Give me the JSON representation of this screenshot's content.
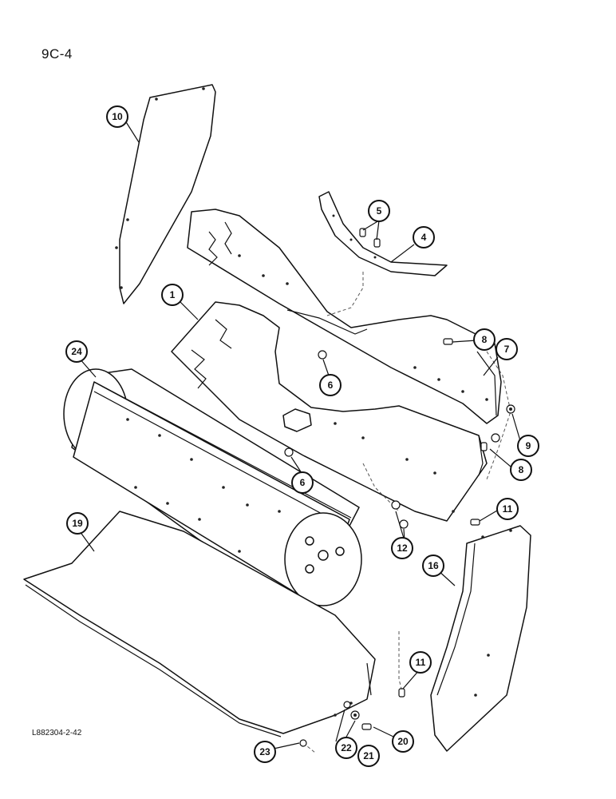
{
  "page_number": "9C-4",
  "drawing_code": "L882304-2-42",
  "callouts": {
    "c1": "1",
    "c4": "4",
    "c5": "5",
    "c6a": "6",
    "c6b": "6",
    "c7": "7",
    "c8a": "8",
    "c8b": "8",
    "c9": "9",
    "c10": "10",
    "c11a": "11",
    "c11b": "11",
    "c12": "12",
    "c16": "16",
    "c19": "19",
    "c20": "20",
    "c21": "21",
    "c22": "22",
    "c23": "23",
    "c24": "24"
  }
}
